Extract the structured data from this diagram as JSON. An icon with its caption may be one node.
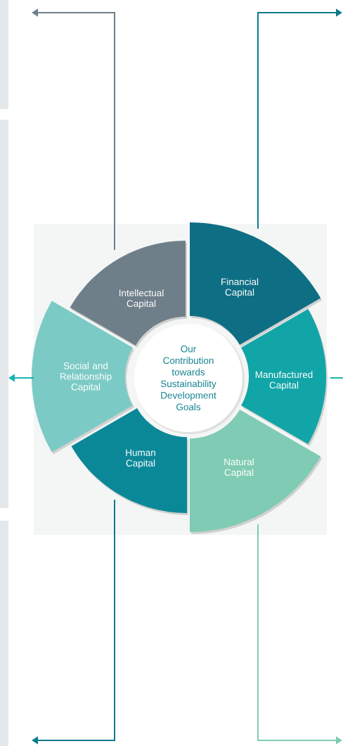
{
  "diagram": {
    "nodes": [
      {
        "text": [
          "Intellectual Capital"
        ]
      },
      {
        "text": [
          "Financial Capital"
        ]
      },
      {
        "text": [
          "Social and Relationship Capital"
        ]
      },
      {
        "text": [
          "Our Contribution towards Sustainability Development Goals"
        ]
      },
      {
        "text": [
          "Manufactured Capital"
        ]
      },
      {
        "text": [
          "Human Capital"
        ]
      },
      {
        "text": [
          "Natural Capital"
        ]
      }
    ],
    "edges": [
      {
        "from": 0,
        "to": null,
        "arrow": "to",
        "color": "#6e7f88"
      },
      {
        "from": 1,
        "to": null,
        "arrow": "to"
      },
      {
        "from": 2,
        "to": null,
        "arrow": "to",
        "color": "#19b2b4"
      },
      {
        "from": 4,
        "to": null,
        "arrow": "none",
        "color": "#19b2b4"
      },
      {
        "from": 5,
        "to": null,
        "arrow": "to"
      },
      {
        "from": 6,
        "to": null,
        "arrow": "to",
        "color": "#7fcbb0"
      }
    ]
  }
}
